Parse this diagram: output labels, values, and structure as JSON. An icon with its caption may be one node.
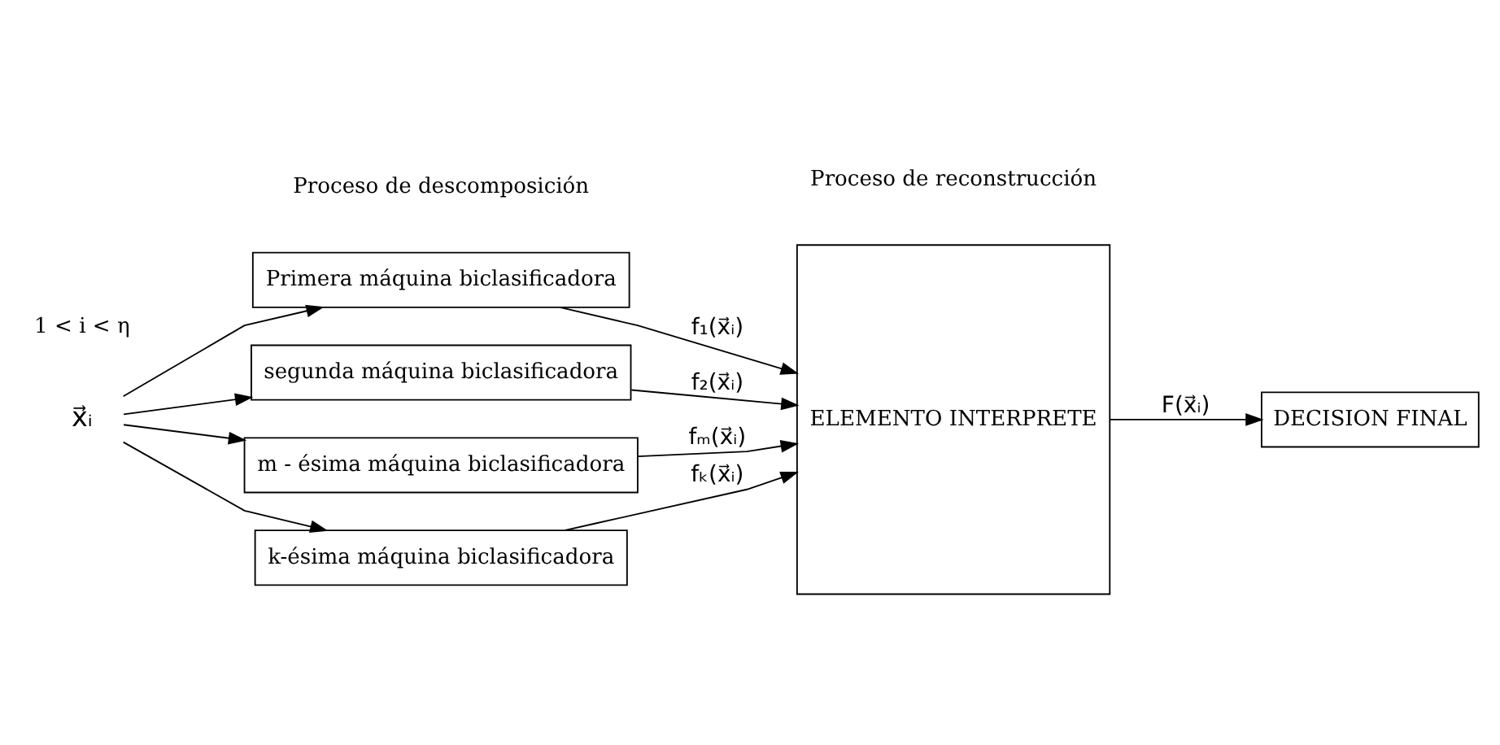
{
  "diagram": {
    "nodes": [
      {
        "text": [
          "x⃗ᵢ"
        ]
      },
      {
        "text": [
          "Primera máquina biclasificadora"
        ]
      },
      {
        "text": [
          "segunda máquina biclasificadora"
        ]
      },
      {
        "text": [
          "m - ésima máquina biclasificadora"
        ]
      },
      {
        "text": [
          "k-ésima máquina biclasificadora"
        ]
      },
      {
        "text": [
          "ELEMENTO INTERPRETE"
        ]
      },
      {
        "text": [
          "DECISION FINAL"
        ]
      }
    ],
    "edges": [
      {
        "from": 0,
        "to": 1,
        "arrow": "to"
      },
      {
        "from": 0,
        "to": 2,
        "arrow": "to"
      },
      {
        "from": 0,
        "to": 3,
        "arrow": "to"
      },
      {
        "from": 0,
        "to": 4,
        "arrow": "to"
      },
      {
        "from": 1,
        "to": 5,
        "arrow": "to",
        "label": "f₁(x⃗ᵢ)"
      },
      {
        "from": 2,
        "to": 5,
        "arrow": "to",
        "label": "f₂(x⃗ᵢ)"
      },
      {
        "from": 3,
        "to": 5,
        "arrow": "to",
        "label": "fₘ(x⃗ᵢ)"
      },
      {
        "from": 4,
        "to": 5,
        "arrow": "to",
        "label": "fₖ(x⃗ᵢ)"
      },
      {
        "from": 5,
        "to": 6,
        "arrow": "to",
        "label": "F(x⃗ᵢ)"
      }
    ],
    "labels": [
      "Proceso de descomposición",
      "Proceso de reconstrucción",
      "1 < i < η"
    ]
  }
}
